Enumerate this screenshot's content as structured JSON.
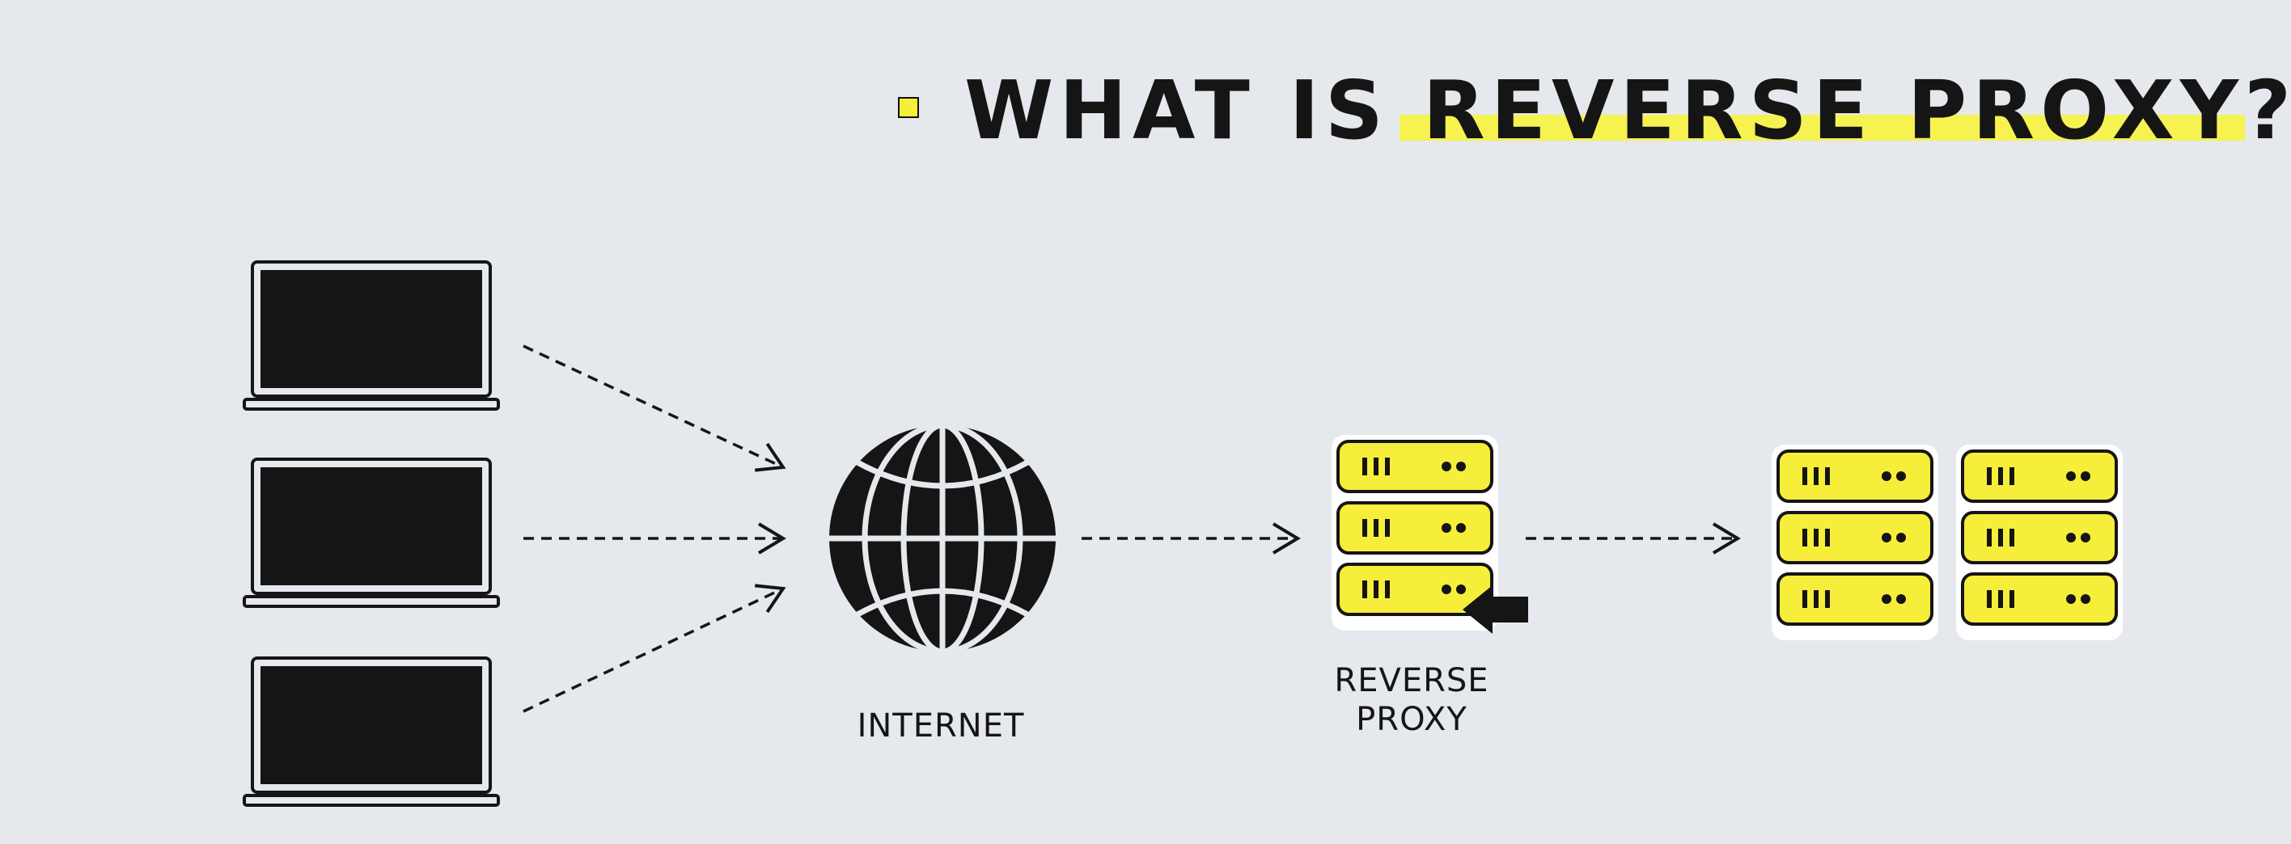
{
  "title": "WHAT IS REVERSE PROXY?",
  "labels": {
    "internet": "INTERNET",
    "reverse_proxy_line1": "REVERSE",
    "reverse_proxy_line2": "PROXY"
  },
  "colors": {
    "background": "#e5e8ec",
    "accent_yellow": "#f6ee3a",
    "ink": "#151515"
  },
  "icons": {
    "clients": [
      "laptop-icon",
      "laptop-icon",
      "laptop-icon"
    ],
    "network": "globe-icon",
    "proxy": "server-stack-icon",
    "pointer": "arrow-left-icon",
    "backend": [
      "server-stack-icon",
      "server-stack-icon"
    ]
  }
}
